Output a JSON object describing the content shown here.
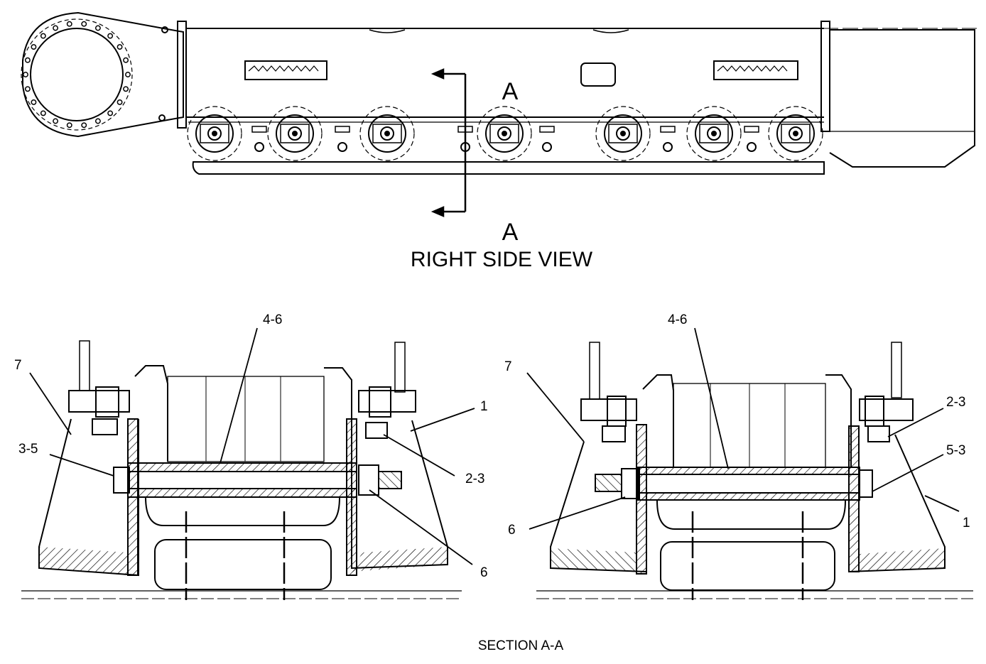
{
  "top_view": {
    "title": "RIGHT SIDE VIEW",
    "section_marker_top": "A",
    "section_marker_bottom": "A"
  },
  "left_section": {
    "labels": {
      "part_7": "7",
      "part_4_6": "4-6",
      "part_1": "1",
      "part_3_5": "3-5",
      "part_2_3": "2-3",
      "part_6": "6"
    }
  },
  "right_section": {
    "labels": {
      "part_7": "7",
      "part_4_6": "4-6",
      "part_2_3": "2-3",
      "part_5_3": "5-3",
      "part_6": "6",
      "part_1": "1"
    }
  },
  "caption": "SECTION A-A",
  "colors": {
    "line": "#000000",
    "background": "#ffffff"
  }
}
